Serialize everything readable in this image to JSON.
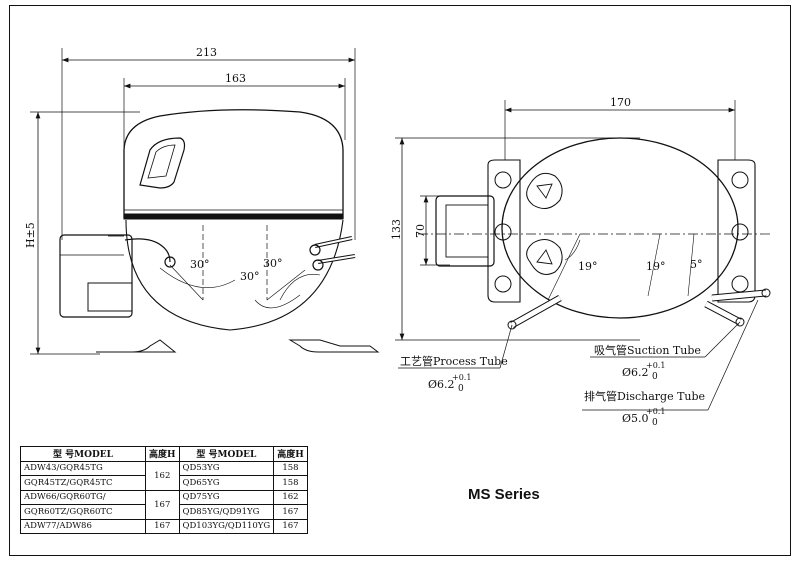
{
  "side_view": {
    "dims": {
      "width_outer": "213",
      "width_inner": "163",
      "height": "H±5"
    },
    "angles": [
      "30°",
      "30°",
      "30°"
    ]
  },
  "top_view": {
    "dims": {
      "span": "170",
      "depth": "133",
      "inner": "70"
    },
    "angles": [
      "19°",
      "19°",
      "5°"
    ],
    "tubes": {
      "process": {
        "label": "工艺管Process Tube",
        "size": "Ø6.2",
        "tol": "+0.1",
        "tol_low": "0"
      },
      "suction": {
        "label": "吸气管Suction Tube",
        "size": "Ø6.2",
        "tol": "+0.1",
        "tol_low": "0"
      },
      "discharge": {
        "label": "排气管Discharge Tube",
        "size": "Ø5.0",
        "tol": "+0.1",
        "tol_low": "0"
      }
    }
  },
  "series_title": "MS Series",
  "spec_table": {
    "headers": [
      "型  号MODEL",
      "高度H",
      "型  号MODEL",
      "高度H"
    ],
    "left": [
      {
        "model": "ADW43/GQR45TG",
        "h": "162"
      },
      {
        "model": "GQR45TZ/GQR45TC",
        "h": ""
      },
      {
        "model": "ADW66/GQR60TG/",
        "h": "167"
      },
      {
        "model": "GQR60TZ/GQR60TC",
        "h": ""
      },
      {
        "model": "ADW77/ADW86",
        "h": "167"
      }
    ],
    "right": [
      {
        "model": "QD53YG",
        "h": "158"
      },
      {
        "model": "QD65YG",
        "h": "158"
      },
      {
        "model": "QD75YG",
        "h": "162"
      },
      {
        "model": "QD85YG/QD91YG",
        "h": "167"
      },
      {
        "model": "QD103YG/QD110YG",
        "h": "167"
      }
    ]
  }
}
